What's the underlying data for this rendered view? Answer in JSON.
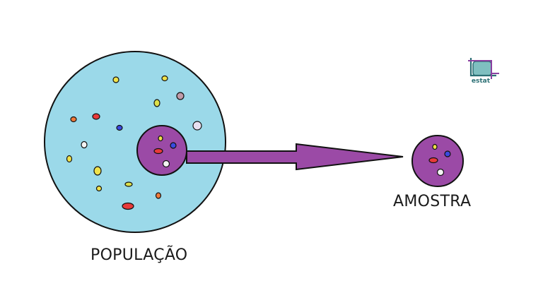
{
  "labels": {
    "population": "POPULAÇÃO",
    "sample": "AMOSTRA"
  },
  "logo": {
    "text": "estat",
    "icon": "crop-frame-icon"
  },
  "colors": {
    "population_fill": "#9bd9e9",
    "sample_fill": "#9b4aa6",
    "arrow_fill": "#9b4aa6",
    "outline": "#111111",
    "logo_teal": "#2b6f74",
    "logo_purple": "#8a3fa0"
  }
}
